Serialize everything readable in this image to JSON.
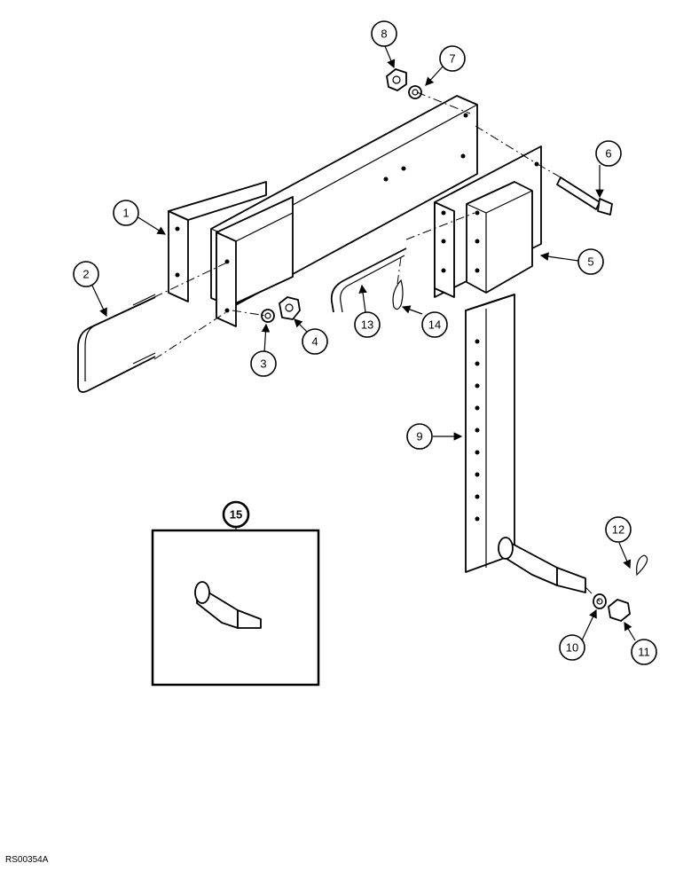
{
  "callouts": [
    {
      "id": "1",
      "label": "1"
    },
    {
      "id": "2",
      "label": "2"
    },
    {
      "id": "3",
      "label": "3"
    },
    {
      "id": "4",
      "label": "4"
    },
    {
      "id": "5",
      "label": "5"
    },
    {
      "id": "6",
      "label": "6"
    },
    {
      "id": "7",
      "label": "7"
    },
    {
      "id": "8",
      "label": "8"
    },
    {
      "id": "9",
      "label": "9"
    },
    {
      "id": "10",
      "label": "10"
    },
    {
      "id": "11",
      "label": "11"
    },
    {
      "id": "12",
      "label": "12"
    },
    {
      "id": "13",
      "label": "13"
    },
    {
      "id": "14",
      "label": "14"
    },
    {
      "id": "15",
      "label": "15"
    }
  ],
  "reference_code": "RS00354A",
  "colors": {
    "line": "#000000",
    "background": "#ffffff"
  }
}
